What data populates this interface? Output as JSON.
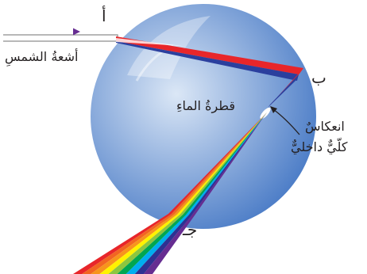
{
  "labels": {
    "point_a": "أ",
    "point_b": "ب",
    "point_c": "جـ",
    "sunlight": "أشعةُ الشمسِ",
    "water_drop": "قطرةُ الماءِ",
    "reflection_line1": "انعكاسٌ",
    "reflection_line2": "كلّيٌّ داخليٌّ"
  },
  "colors": {
    "drop_center": "#dbe7f6",
    "drop_edge": "#4f7fc8",
    "red_beam": "#e8262a",
    "blue_beam": "#2b3f9e",
    "highlight": "#ffffff",
    "text": "#231f20"
  },
  "spectrum": [
    "#e8262a",
    "#f26522",
    "#f7941d",
    "#fff200",
    "#8dc63f",
    "#00a651",
    "#00aeef",
    "#2e3192",
    "#662d91"
  ]
}
